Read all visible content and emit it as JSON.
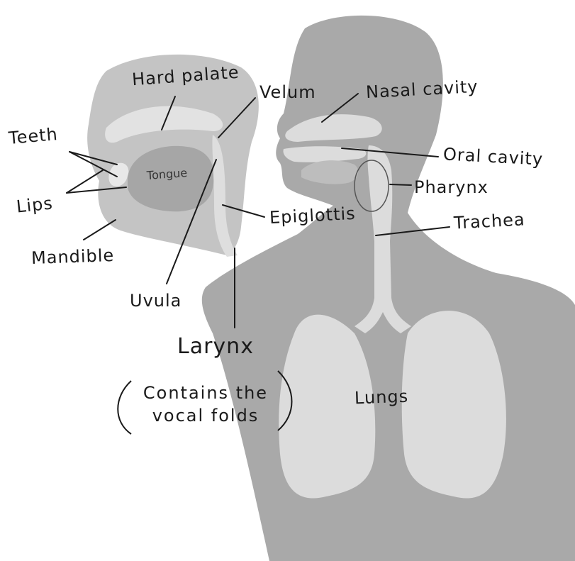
{
  "colors": {
    "body_fill": "#a9a9a9",
    "light_fill": "#dcdcdc",
    "head_fill": "#c4c4c4",
    "line": "#1a1a1a"
  },
  "labels": {
    "hard_palate": "Hard palate",
    "velum": "Velum",
    "nasal_cavity": "Nasal cavity",
    "teeth": "Teeth",
    "tongue": "Tongue",
    "oral_cavity": "Oral cavity",
    "pharynx": "Pharynx",
    "lips": "Lips",
    "epiglottis": "Epiglottis",
    "trachea": "Trachea",
    "mandible": "Mandible",
    "uvula": "Uvula",
    "larynx": "Larynx",
    "larynx_note_line1": "Contains the",
    "larynx_note_line2": "vocal folds",
    "lungs": "Lungs"
  }
}
